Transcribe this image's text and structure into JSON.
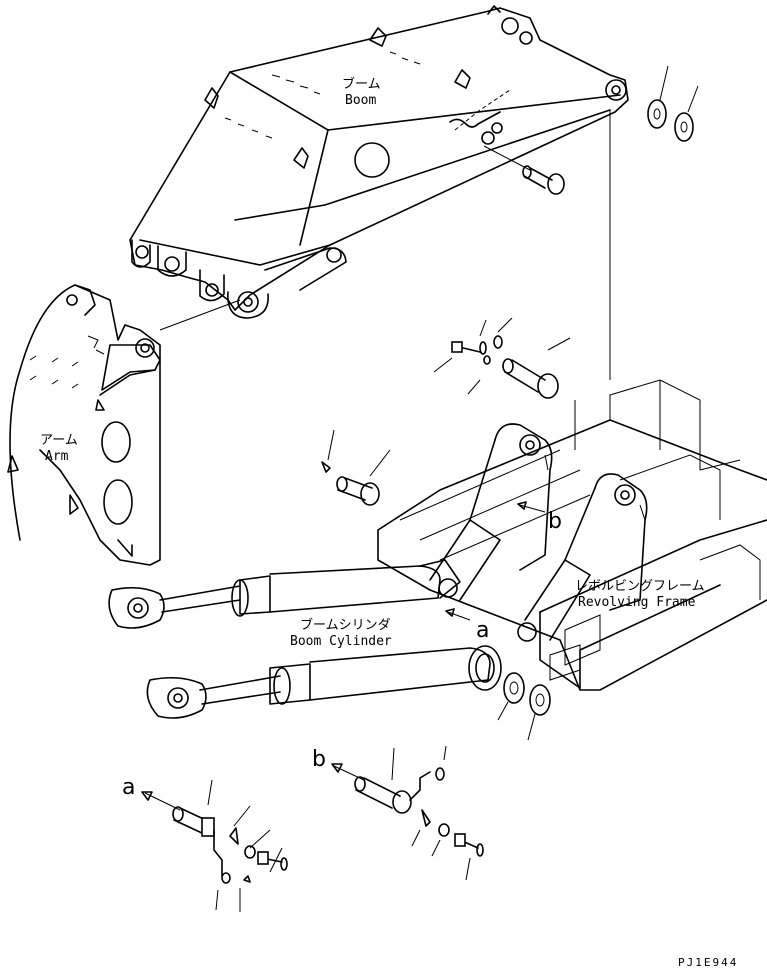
{
  "labels": {
    "boom_jp": "ブーム",
    "boom_en": "Boom",
    "arm_jp": "アーム",
    "arm_en": "Arm",
    "boom_cyl_jp": "ブームシリンダ",
    "boom_cyl_en": "Boom Cylinder",
    "frame_jp": "レボルビングフレーム",
    "frame_en": "Revolving Frame",
    "callout_a": "a",
    "callout_b": "b",
    "detail_a": "a",
    "detail_b": "b",
    "drawing_code": "PJ1E944"
  }
}
